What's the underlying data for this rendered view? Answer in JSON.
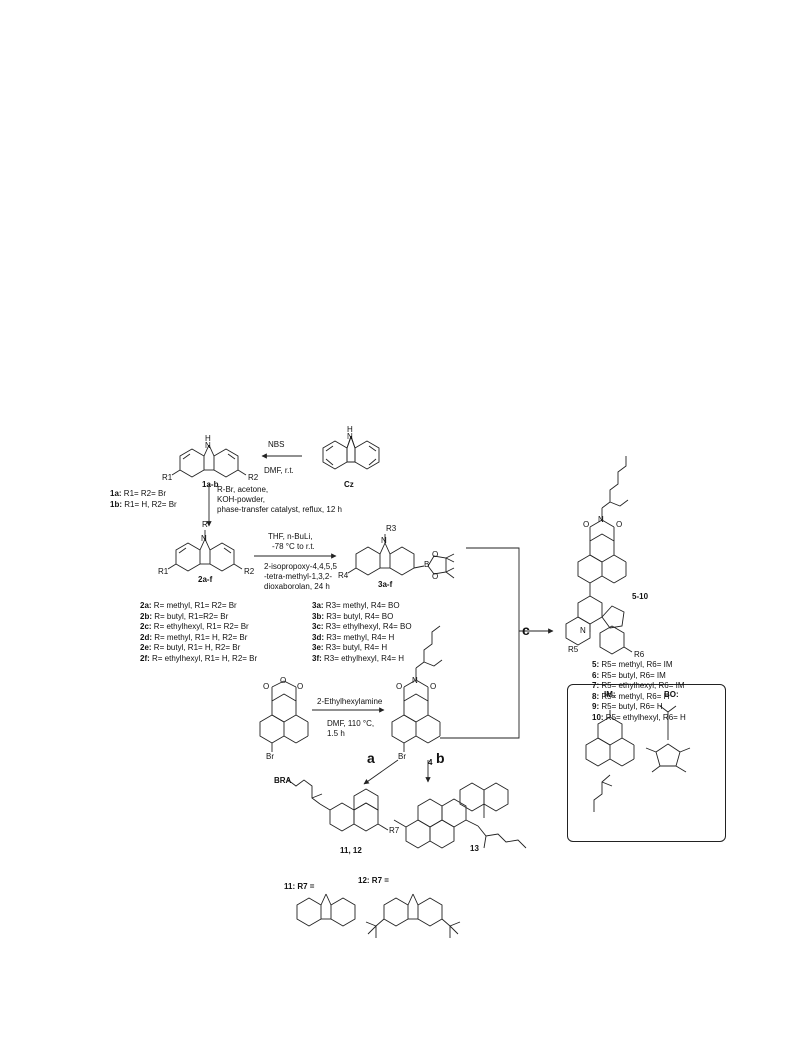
{
  "reagents": {
    "nbs": "NBS",
    "nbs_cond": "DMF, r.t.",
    "alkyl": [
      "R-Br, acetone,",
      "KOH-powder,",
      "phase-transfer catalyst, reflux, 12 h"
    ],
    "boryl": [
      "THF, n-BuLi,",
      "-78 °C to r.t.",
      "2-isopropoxy-4,4,5,5",
      "-tetra-methyl-1,3,2-",
      "dioxaborolan, 24 h"
    ],
    "amine": "2-Ethylhexylamine",
    "amine_cond": [
      "DMF, 110 °C,",
      "1.5 h"
    ],
    "step_a": "a",
    "step_b": "b",
    "step_c": "c"
  },
  "compounds": {
    "cz": "Cz",
    "c1ab": "1a-b",
    "c2af": "2a-f",
    "c3af": "3a-f",
    "c4": "4",
    "bra": "BRA",
    "c510": "5-10",
    "c1112": "11, 12",
    "c13": "13"
  },
  "atoms": {
    "H": "H",
    "N": "N",
    "R": "R",
    "R1": "R1",
    "R2": "R2",
    "R3": "R3",
    "R4": "R4",
    "R5": "R5",
    "R6": "R6",
    "R7": "R7",
    "O": "O",
    "B": "B",
    "Br": "Br"
  },
  "list1": [
    {
      "id": "1a:",
      "text": " R1= R2= Br"
    },
    {
      "id": "1b:",
      "text": " R1= H, R2= Br"
    }
  ],
  "list2": [
    {
      "id": "2a:",
      "text": " R= methyl, R1= R2= Br"
    },
    {
      "id": "2b:",
      "text": " R= butyl, R1=R2= Br"
    },
    {
      "id": "2c:",
      "text": " R= ethylhexyl, R1= R2= Br"
    },
    {
      "id": "2d:",
      "text": " R= methyl, R1= H, R2= Br"
    },
    {
      "id": "2e:",
      "text": " R= butyl, R1= H, R2= Br"
    },
    {
      "id": "2f:",
      "text": " R= ethylhexyl, R1= H, R2= Br"
    }
  ],
  "list3": [
    {
      "id": "3a:",
      "text": " R3= methyl, R4= BO"
    },
    {
      "id": "3b:",
      "text": " R3= butyl, R4= BO"
    },
    {
      "id": "3c:",
      "text": " R3= ethylhexyl, R4= BO"
    },
    {
      "id": "3d:",
      "text": " R3= methyl, R4= H"
    },
    {
      "id": "3e:",
      "text": " R3= butyl, R4= H"
    },
    {
      "id": "3f:",
      "text": " R3= ethylhexyl, R4= H"
    }
  ],
  "list5": [
    {
      "id": "5:",
      "text": " R5= methyl, R6= IM"
    },
    {
      "id": "6:",
      "text": " R5= butyl, R6= IM"
    },
    {
      "id": "7:",
      "text": " R5= ethylhexyl, R6= IM"
    },
    {
      "id": "8:",
      "text": " R5= methyl, R6= H"
    },
    {
      "id": "9:",
      "text": " R5= butyl, R6= H"
    },
    {
      "id": "10:",
      "text": " R5= ethylhexyl, R6= H"
    }
  ],
  "r7": {
    "l11": "11: R7 =",
    "l12": "12: R7 ="
  },
  "legend": {
    "im": "IM:",
    "bo": "BO:"
  },
  "colors": {
    "ink": "#111111",
    "line": "#222222"
  }
}
